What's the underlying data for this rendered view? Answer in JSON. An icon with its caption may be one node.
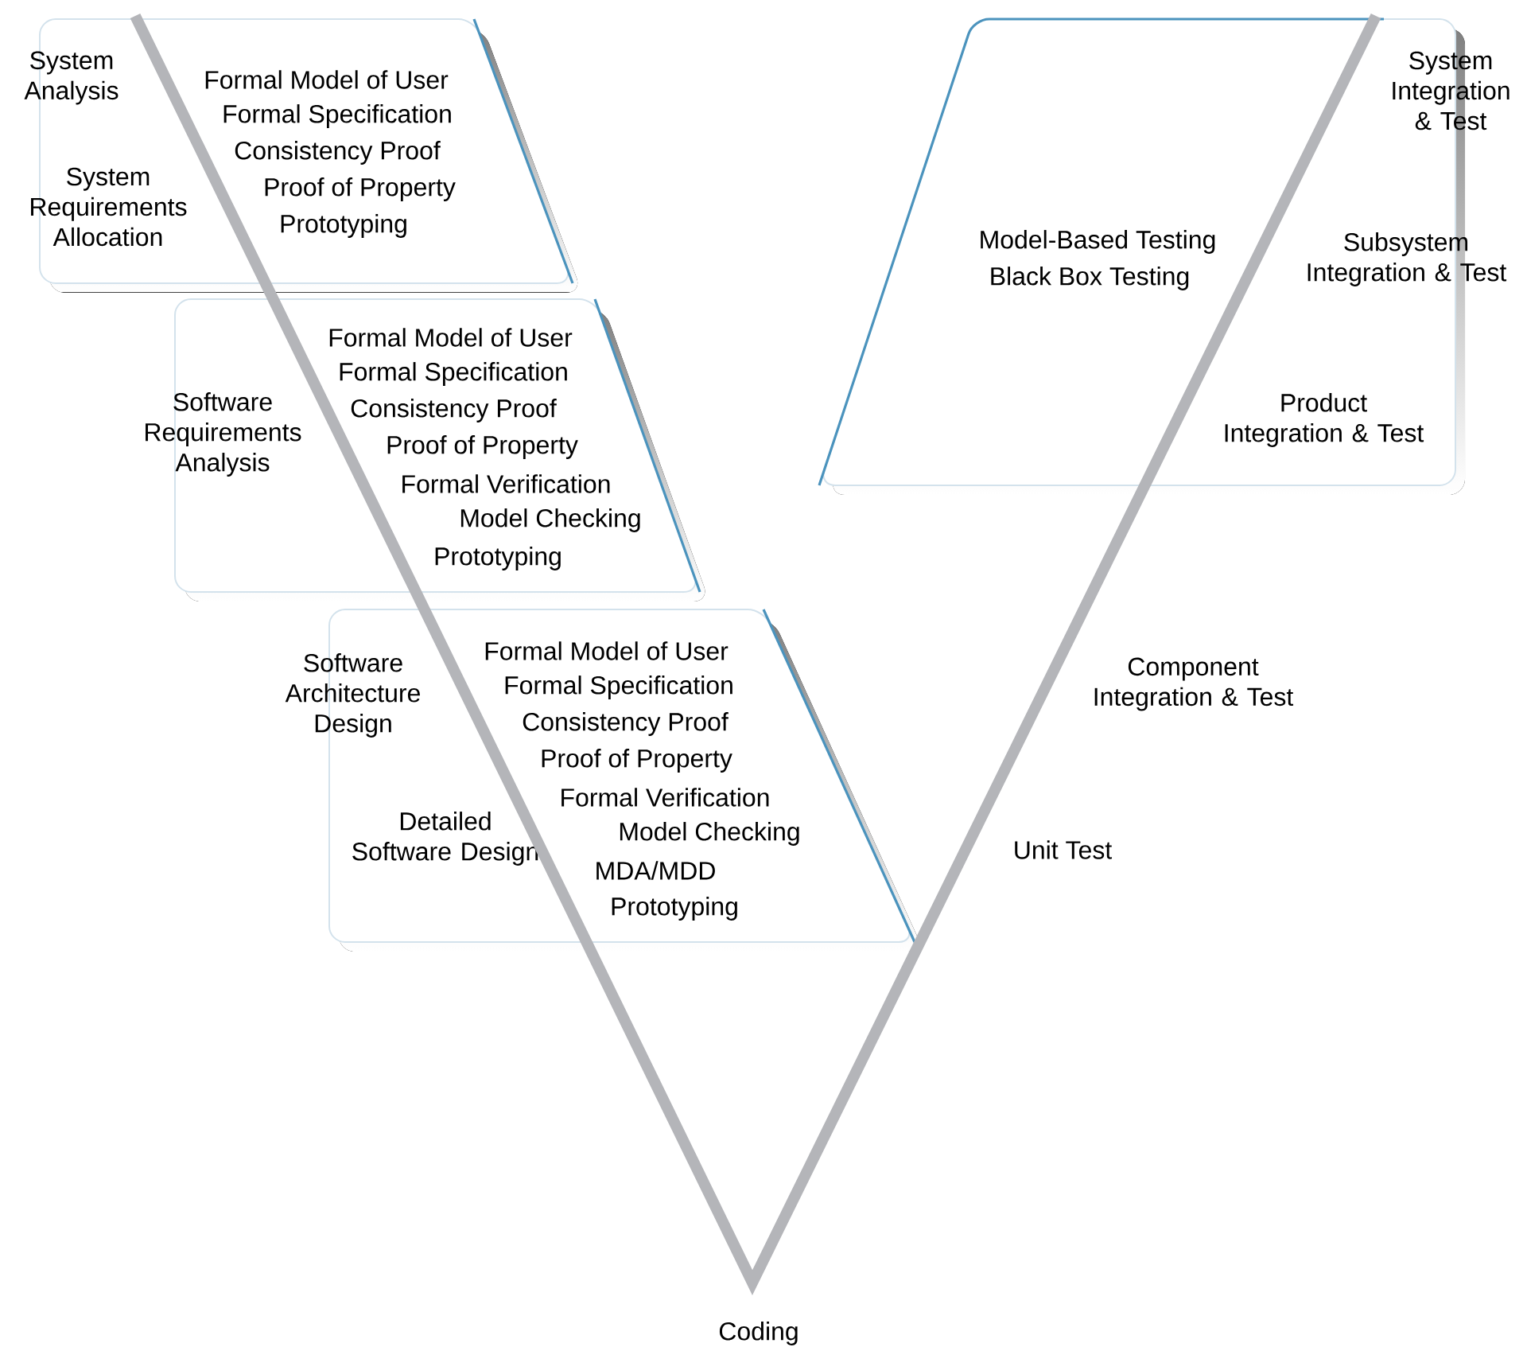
{
  "diagram": {
    "nodes": [
      {
        "text": [
          "System Analysis",
          "System Requirements Allocation",
          "Formal Model of User",
          "Formal Specification",
          "Consistency Proof",
          "Proof of Property",
          "Prototyping"
        ]
      },
      {
        "text": [
          "Software Requirements Analysis",
          "Formal Model of User",
          "Formal Specification",
          "Consistency Proof",
          "Proof of Property",
          "Formal Verification",
          "Model Checking",
          "Prototyping"
        ]
      },
      {
        "text": [
          "Software Architecture Design",
          "Detailed Software Design",
          "Formal Model of User",
          "Formal Specification",
          "Consistency Proof",
          "Proof of Property",
          "Formal Verification",
          "Model Checking",
          "MDA/MDD",
          "Prototyping"
        ]
      },
      {
        "text": [
          "Model-Based Testing",
          "Black Box Testing",
          "System Integration & Test",
          "Subsystem Integration & Test",
          "Product Integration & Test"
        ]
      }
    ],
    "labels": [
      "Component Integration & Test",
      "Unit Test",
      "Coding"
    ]
  }
}
